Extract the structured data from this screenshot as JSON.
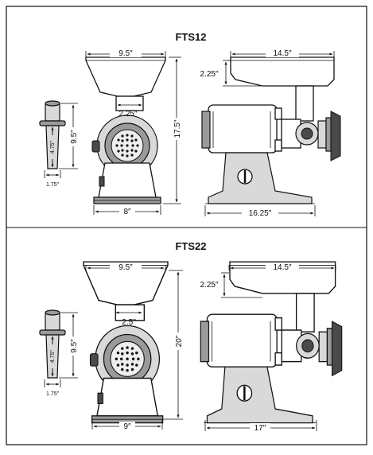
{
  "sections": [
    {
      "title": "FTS12",
      "dims": {
        "front_top_width": "9.5″",
        "throat": "2.25″",
        "height": "17.5″",
        "base_width": "8″",
        "side_top_width": "14.5″",
        "side_tray_depth": "2.25″",
        "side_base_width": "16.25″",
        "stomper_length": "9.5″",
        "stomper_shaft": "4.75″",
        "stomper_diameter": "1.75″"
      }
    },
    {
      "title": "FTS22",
      "dims": {
        "front_top_width": "9.5″",
        "throat": "2.5″",
        "height": "20″",
        "base_width": "9″",
        "side_top_width": "14.5″",
        "side_tray_depth": "2.25″",
        "side_base_width": "17″",
        "stomper_length": "9.5″",
        "stomper_shaft": "4.75″",
        "stomper_diameter": "1.75″"
      }
    }
  ]
}
